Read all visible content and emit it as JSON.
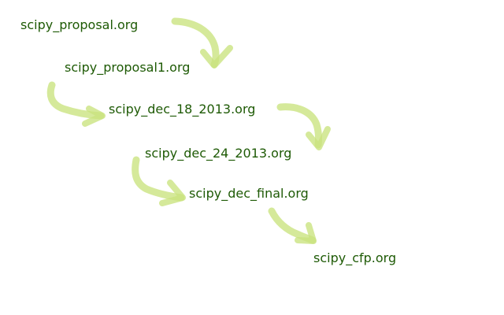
{
  "colors": {
    "label_text": "#1e5a05",
    "arrow_stroke": "#c9e37e",
    "background": "#ffffff"
  },
  "files": [
    "scipy_proposal.org",
    "scipy_proposal1.org",
    "scipy_dec_18_2013.org",
    "scipy_dec_24_2013.org",
    "scipy_dec_final.org",
    "scipy_cfp.org"
  ]
}
